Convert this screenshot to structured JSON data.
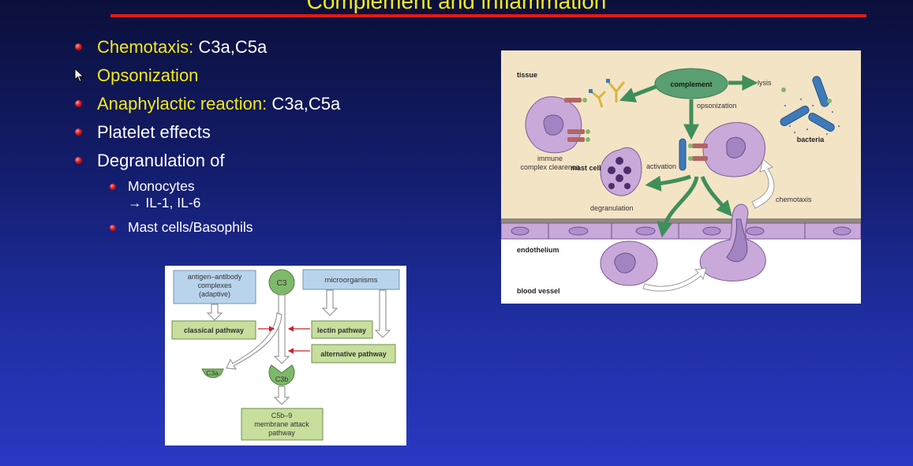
{
  "slide": {
    "title": "Complement and inflammation",
    "bullets": [
      {
        "head": "Chemotaxis:",
        "tail": " C3a,C5a"
      },
      {
        "head": "Opsonization",
        "tail": ""
      },
      {
        "head": "Anaphylactic reaction:",
        "tail": " C3a,C5a"
      },
      {
        "head": "",
        "tail": "Platelet effects"
      },
      {
        "head": "",
        "tail": "Degranulation of"
      }
    ],
    "sub_bullets": [
      {
        "line1": "Monocytes",
        "line2": "→ IL-1, IL-6"
      },
      {
        "line1": "Mast cells/Basophils",
        "line2": ""
      }
    ]
  },
  "pathway_diagram": {
    "antigen_box": [
      "antigen–antibody",
      "complexes",
      "(adaptive)"
    ],
    "c3": "C3",
    "microorganisms": "microorganisms",
    "classical": "classical pathway",
    "lectin": "lectin pathway",
    "alternative": "alternative pathway",
    "c3a": "C3a",
    "c3b": "C3b",
    "mac": [
      "C5b–9",
      "membrane attack",
      "pathway"
    ]
  },
  "inflammation_diagram": {
    "tissue": "tissue",
    "complement": "complement",
    "lysis": "lysis",
    "opsonization": "opsonization",
    "bacteria": "bacteria",
    "immune": [
      "immune",
      "complex clearence"
    ],
    "activation": "activation",
    "mast_cell": "mast cell",
    "degranulation": "degranulation",
    "chemotaxis": "chemotaxis",
    "endothelium": "endothelium",
    "blood_vessel": "blood vessel"
  },
  "colors": {
    "title": "#f2ea18",
    "rule": "#e21a1a",
    "bullet": "#d51919",
    "box_blue": "#b8d4ec",
    "box_green": "#c7de9c",
    "green": "#7fb86a",
    "arrow_red": "#c8232c"
  }
}
